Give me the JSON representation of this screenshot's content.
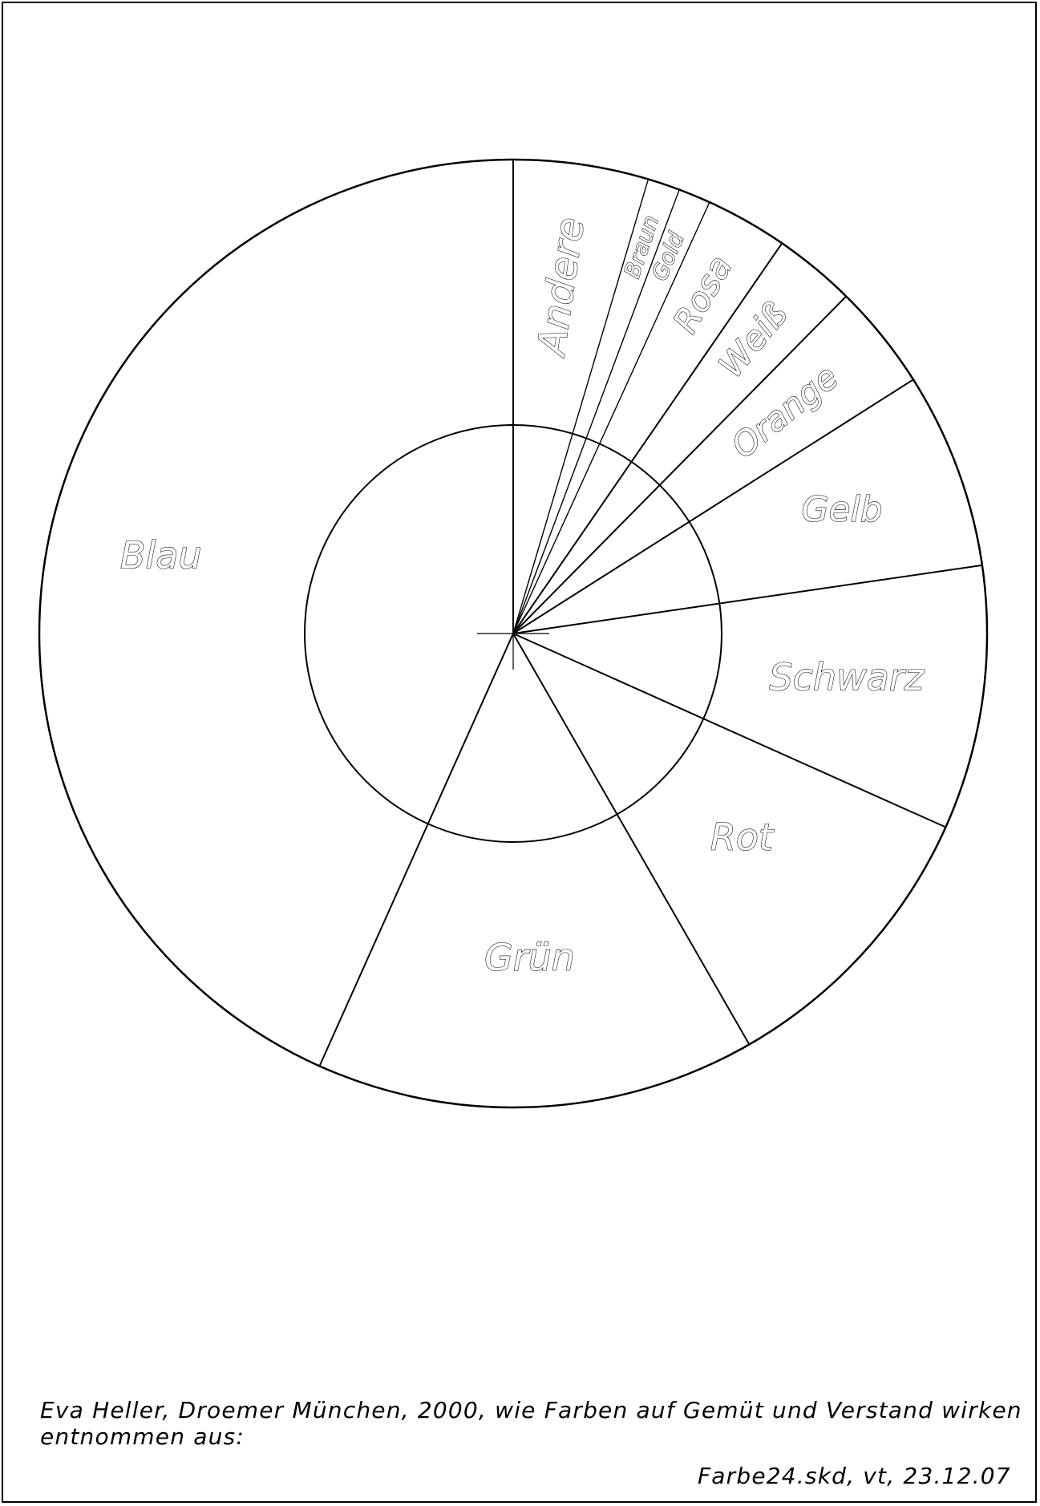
{
  "chart_data": {
    "type": "pie",
    "style": "outline, inner circle, labels inside slices",
    "order": "clockwise from top",
    "categories": [
      "Andere",
      "Braun",
      "Gold",
      "Rosa",
      "Weiß",
      "Orange",
      "Gelb",
      "Schwarz",
      "Rot",
      "Grün",
      "Blau"
    ],
    "values": [
      4.6,
      1.1,
      1.1,
      2.8,
      2.8,
      3.6,
      6.7,
      9.0,
      10.0,
      15.0,
      43.3
    ],
    "unit": "%"
  },
  "caption": {
    "line1": "Eva Heller, Droemer München, 2000, wie Farben auf Gemüt und Verstand wirken",
    "line2": "entnommen aus:",
    "line3": "Farbe24.skd, vt, 23.12.07"
  }
}
